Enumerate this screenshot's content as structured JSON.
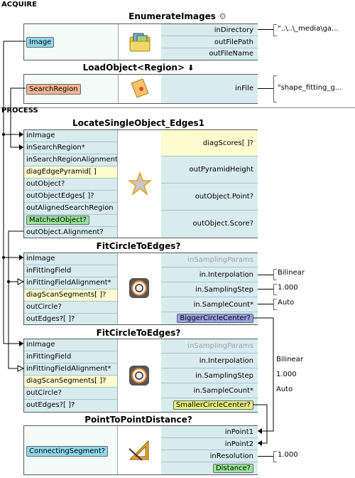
{
  "sections": {
    "acquire": "ACQUIRE",
    "process": "PROCESS"
  },
  "nodes": {
    "enumerate": {
      "title": "EnumerateImages",
      "title_icon": "gear-icon",
      "icon": "folder-images-icon",
      "input_var": "Image",
      "outputs": [
        "inDirectory",
        "outFilePath",
        "outFileName"
      ],
      "directory_value": "\"..\\..\\_media\\ga..."
    },
    "loadobject": {
      "title": "LoadObject<Region>",
      "title_icon": "download-arrow-icon",
      "icon": "region-file-icon",
      "input_var": "SearchRegion",
      "outputs": [
        "inFile"
      ],
      "file_value": "\"shape_fitting_g..."
    },
    "locate": {
      "title": "LocateSingleObject_Edges1",
      "icon": "star-shape-icon",
      "inputs": [
        "inImage",
        "inSearchRegion*",
        "inSearchRegionAlignment*",
        "diagEdgePyramid[ ]",
        "outObject?",
        "outObjectEdges[ ]?",
        "outAlignedSearchRegion",
        "MatchedObject?",
        "outObject.Alignment?"
      ],
      "outputs": [
        "diagScores[ ]?",
        "outPyramidHeight",
        "outObject.Point?",
        "outObject.Score?"
      ]
    },
    "fit1": {
      "title": "FitCircleToEdges?",
      "icon": "circle-target-icon",
      "inputs": [
        "inImage",
        "inFittingField",
        "inFittingFieldAlignment*",
        "diagScanSegments[ ]?",
        "outCircle?",
        "outEdges?[ ]?"
      ],
      "outputs": [
        "inSamplingParams",
        "in.Interpolation",
        "in.SamplingStep",
        "in.SampleCount*",
        "BiggerCircleCenter?"
      ],
      "values": [
        "Bilinear",
        "1.000",
        "Auto"
      ]
    },
    "fit2": {
      "title": "FitCircleToEdges?",
      "icon": "circle-target-icon",
      "inputs": [
        "inImage",
        "inFittingField",
        "inFittingFieldAlignment*",
        "diagScanSegments[ ]?",
        "outCircle?",
        "outEdges?[ ]?"
      ],
      "outputs": [
        "inSamplingParams",
        "in.Interpolation",
        "in.SamplingStep",
        "in.SampleCount*",
        "SmallerCircleCenter?"
      ],
      "values": [
        "Bilinear",
        "1.000",
        "Auto"
      ]
    },
    "p2p": {
      "title": "PointToPointDistance?",
      "icon": "ruler-triangle-icon",
      "input_var": "ConnectingSegment?",
      "outputs": [
        "inPoint1",
        "inPoint2",
        "inResolution",
        "Distance?"
      ],
      "resolution_value": "1.000"
    }
  },
  "colors": {
    "port_bg": "#d8ecef",
    "highlight_bg": "#fdfbcf",
    "tag_blue": "#90d8ec",
    "tag_orange": "#f4b592",
    "tag_green": "#98e49a",
    "tag_violet": "#9a9ee8",
    "tag_yellow": "#e6f07a"
  }
}
